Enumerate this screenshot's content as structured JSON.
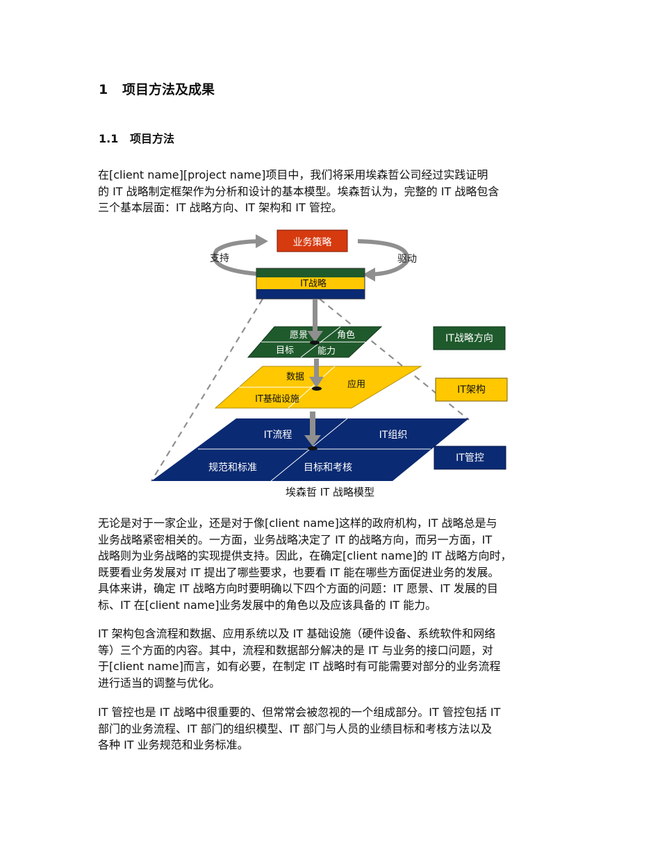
{
  "heading1": {
    "number": "1",
    "title": "项目方法及成果"
  },
  "heading2": {
    "number": "1.1",
    "title": "项目方法"
  },
  "intro_lines": [
    "在[client name][project name]项目中，我们将采用埃森哲公司经过实践证明",
    "的 IT 战略制定框架作为分析和设计的基本模型。埃森哲认为，完整的 IT 战略包含",
    "三个基本层面：IT 战略方向、IT 架构和 IT 管控。"
  ],
  "figure": {
    "business_strategy": "业务策略",
    "support": "支持",
    "drive": "驱动",
    "it_strategy": "IT战略",
    "direction_layer": {
      "vision": "愿景",
      "role": "角色",
      "goal": "目标",
      "capability": "能力"
    },
    "architecture_layer": {
      "data": "数据",
      "application": "应用",
      "infrastructure": "IT基础设施"
    },
    "governance_layer": {
      "process": "IT流程",
      "organization": "IT组织",
      "standards": "规范和标准",
      "targets": "目标和考核"
    },
    "legend": {
      "direction": "IT战略方向",
      "architecture": "IT架构",
      "governance": "IT管控"
    },
    "colors": {
      "green": "#1f5a2c",
      "yellow": "#ffc800",
      "navy": "#0a2a73",
      "red": "#d63a0f",
      "gray": "#8f8f8f"
    },
    "caption": "埃森哲 IT 战略模型"
  },
  "para2_lines": [
    "无论是对于一家企业，还是对于像[client name]这样的政府机构，IT 战略总是与",
    "业务战略紧密相关的。一方面，业务战略决定了 IT 的战略方向，而另一方面，IT",
    "战略则为业务战略的实现提供支持。因此，在确定[client name]的 IT 战略方向时，",
    "既要看业务发展对 IT 提出了哪些要求，也要看 IT 能在哪些方面促进业务的发展。",
    "具体来讲，确定 IT 战略方向时要明确以下四个方面的问题：IT 愿景、IT 发展的目",
    "标、IT 在[client name]业务发展中的角色以及应该具备的 IT 能力。"
  ],
  "para3_lines": [
    "IT 架构包含流程和数据、应用系统以及 IT 基础设施（硬件设备、系统软件和网络",
    "等）三个方面的内容。其中，流程和数据部分解决的是 IT 与业务的接口问题，对",
    "于[client name]而言，如有必要，在制定 IT 战略时有可能需要对部分的业务流程",
    "进行适当的调整与优化。"
  ],
  "para4_lines": [
    "IT 管控也是 IT 战略中很重要的、但常常会被忽视的一个组成部分。IT 管控包括 IT",
    "部门的业务流程、IT 部门的组织模型、IT 部门与人员的业绩目标和考核方法以及",
    "各种 IT 业务规范和业务标准。"
  ]
}
